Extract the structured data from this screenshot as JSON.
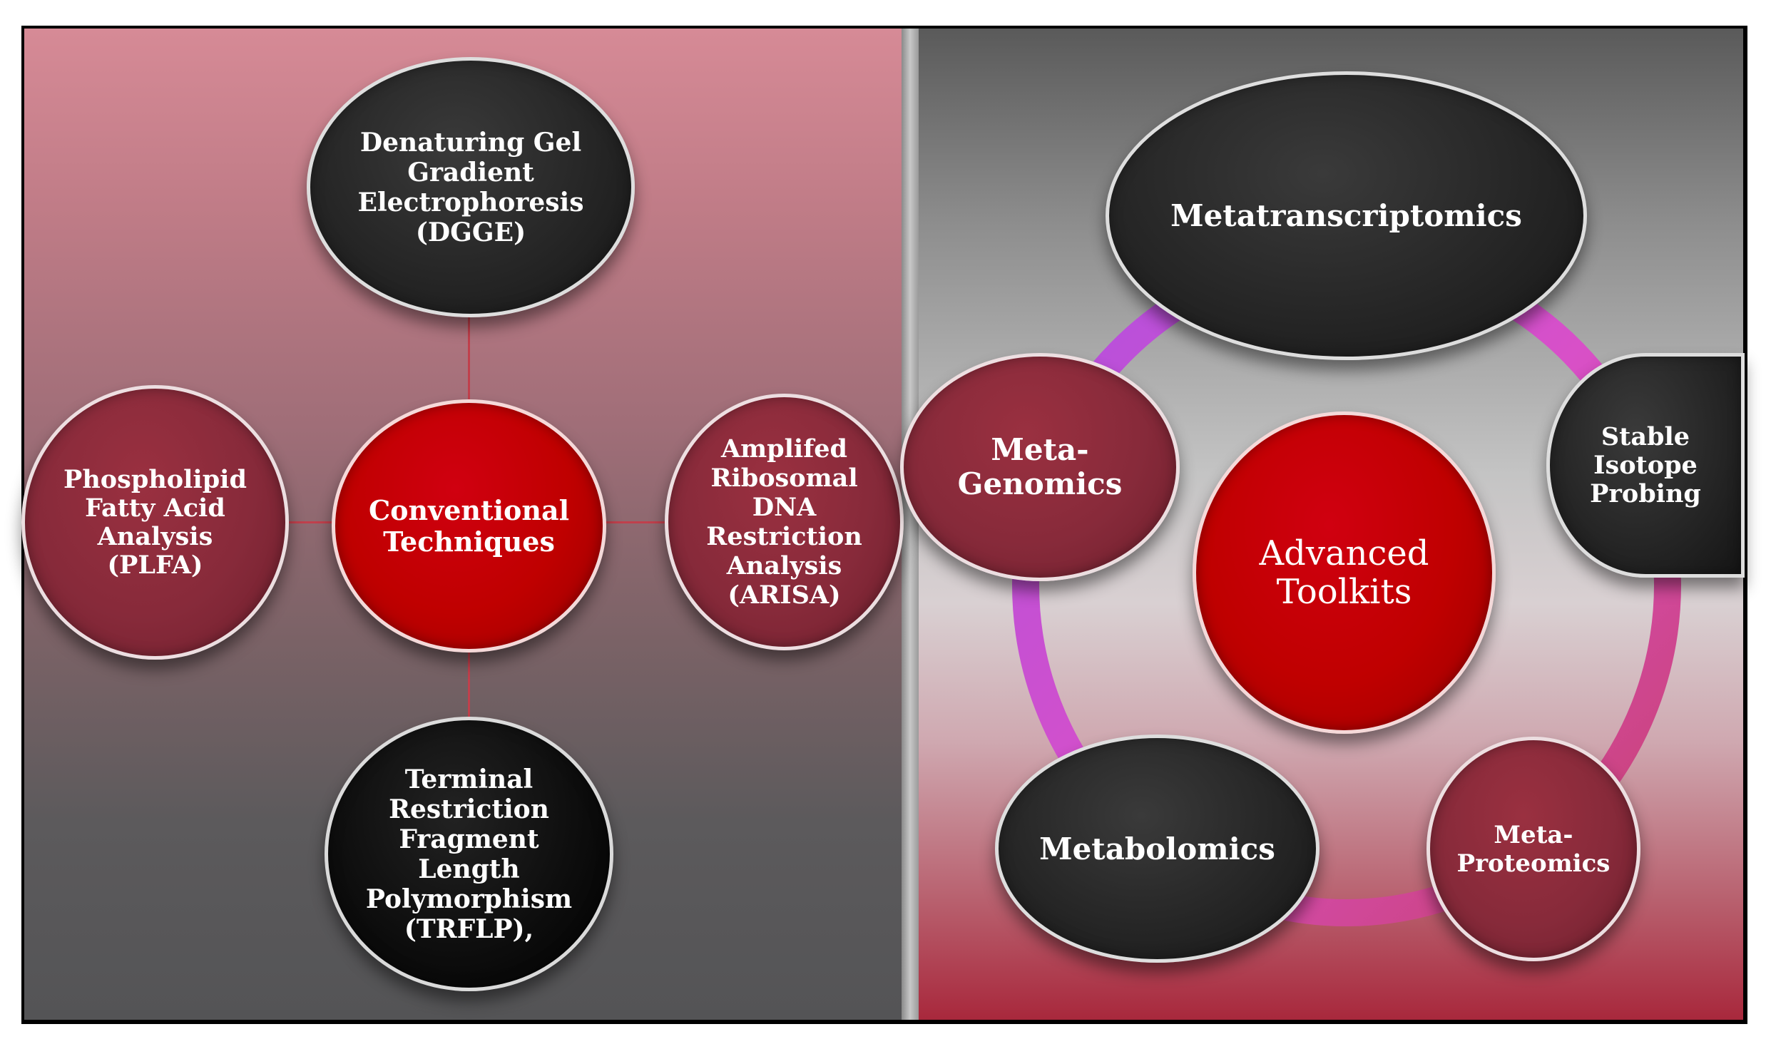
{
  "left": {
    "center": "Conventional\nTechniques",
    "top": "Denaturing Gel\nGradient\nElectrophoresis\n(DGGE)",
    "left": "Phospholipid\nFatty Acid\nAnalysis\n(PLFA)",
    "right": "Amplifed\nRibosomal\nDNA\nRestriction\nAnalysis\n(ARISA)",
    "bottom": "Terminal\nRestriction\nFragment\nLength\nPolymorphism\n(TRFLP),"
  },
  "right": {
    "center": "Advanced\nToolkits",
    "metatranscriptomics": "Metatranscriptomics",
    "stable_isotope": "Stable\nIsotope\nProbing",
    "metaproteomics": "Meta-\nProteomics",
    "metabolomics": "Metabolomics",
    "metagenomics": "Meta-\nGenomics"
  },
  "colors": {
    "red": "#bf0000",
    "maroon": "#872a3a",
    "dark": "#262626",
    "ring_pink": "#d04fc8",
    "ring_red": "#c0405a"
  }
}
